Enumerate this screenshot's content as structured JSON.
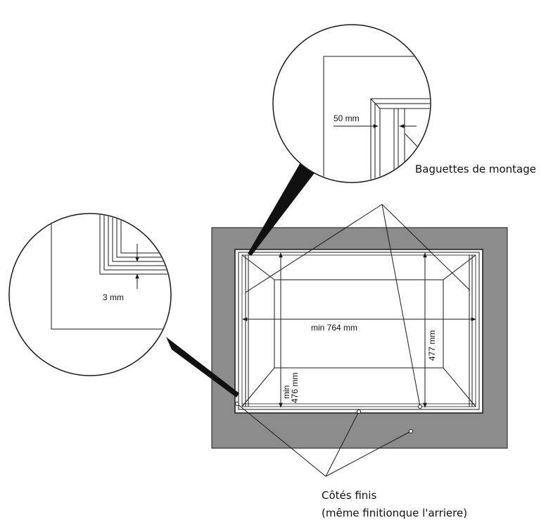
{
  "labels": {
    "width_dim": "min 764 mm",
    "height_dim": "477 mm",
    "height_min_line1": "min",
    "height_min_line2": "476 mm",
    "gap_3mm": "3 mm",
    "gap_50mm": "50 mm",
    "mounting_strips": "Baguettes de montage",
    "finished_sides_line1": "Côtés finis",
    "finished_sides_line2": "(même finitionque l'arriere)"
  },
  "colors": {
    "wall": "#8c8c8c",
    "line": "#1a1a1a",
    "background": "#ffffff"
  }
}
